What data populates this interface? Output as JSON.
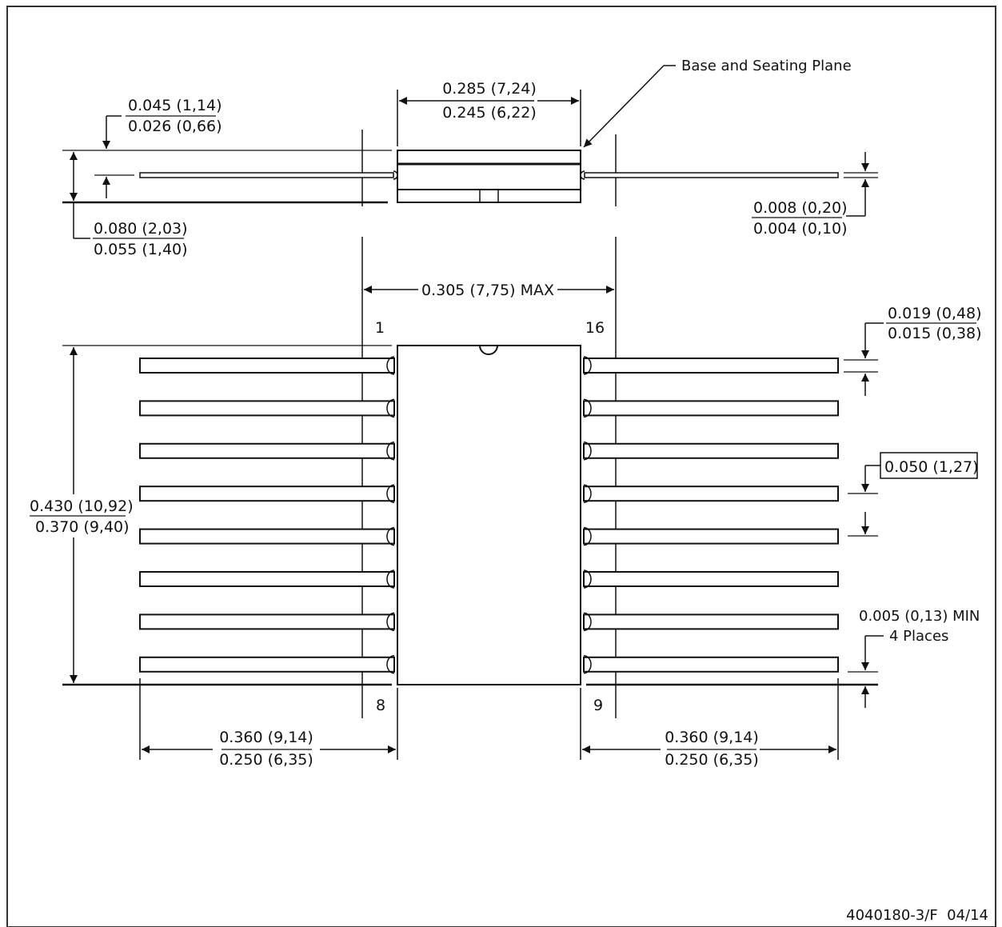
{
  "top_view": {
    "seating_plane_label": "Base and Seating Plane",
    "body_length_max": "0.285 (7,24)",
    "body_length_min": "0.245 (6,22)",
    "lead_standoff_max": "0.045 (1,14)",
    "lead_standoff_min": "0.026 (0,66)",
    "overall_height_max": "0.080 (2,03)",
    "overall_height_min": "0.055 (1,40)",
    "lead_thickness_max": "0.008 (0,20)",
    "lead_thickness_min": "0.004 (0,10)"
  },
  "plan_view": {
    "span_max": "0.305 (7,75) MAX",
    "pin_1": "1",
    "pin_16": "16",
    "pin_8": "8",
    "pin_9": "9",
    "lead_width_max": "0.019 (0,48)",
    "lead_width_min": "0.015 (0,38)",
    "lead_pitch": "0.050 (1,27)",
    "package_length_max": "0.430 (10,92)",
    "package_length_min": "0.370 (9,40)",
    "min_clearance": "0.005 (0,13) MIN",
    "clearance_places": "4 Places",
    "left_lead_length_max": "0.360 (9,14)",
    "left_lead_length_min": "0.250 (6,35)",
    "right_lead_length_max": "0.360 (9,14)",
    "right_lead_length_min": "0.250 (6,35)"
  },
  "footer": {
    "drawing_id": "4040180-3/F  04/14"
  }
}
